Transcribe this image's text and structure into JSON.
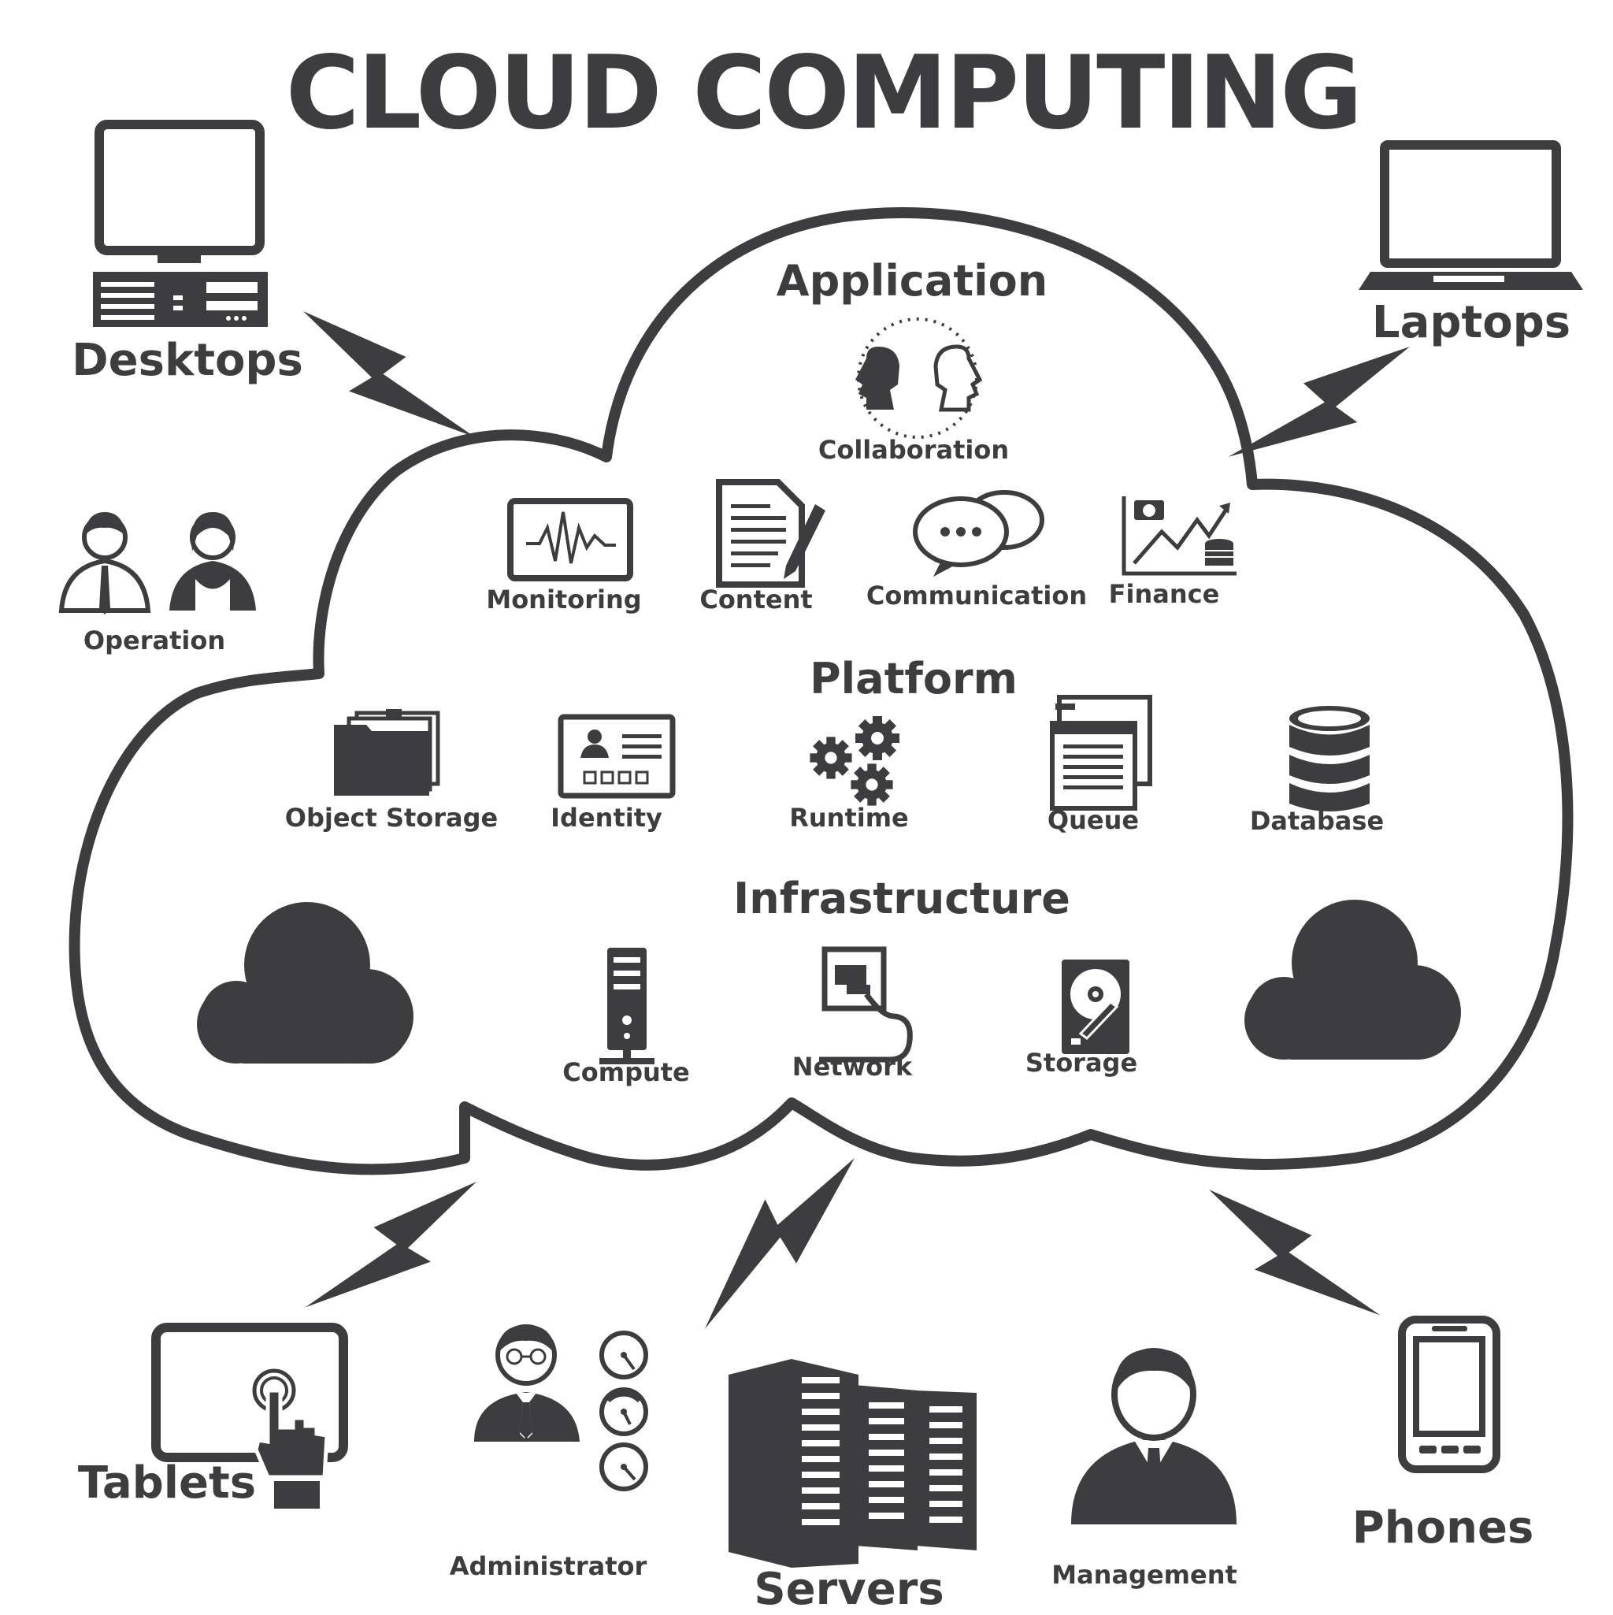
{
  "title": "CLOUD COMPUTING",
  "devices": {
    "desktops": "Desktops",
    "laptops": "Laptops",
    "tablets": "Tablets",
    "phones": "Phones",
    "servers": "Servers"
  },
  "people": {
    "operation": "Operation",
    "administrator": "Administrator",
    "management": "Management"
  },
  "sections": {
    "application": {
      "title": "Application",
      "items": [
        "Collaboration",
        "Monitoring",
        "Content",
        "Communication",
        "Finance"
      ]
    },
    "platform": {
      "title": "Platform",
      "items": [
        "Object Storage",
        "Identity",
        "Runtime",
        "Queue",
        "Database"
      ]
    },
    "infrastructure": {
      "title": "Infrastructure",
      "items": [
        "Compute",
        "Network",
        "Storage"
      ]
    }
  },
  "colors": {
    "ink": "#3d3d3f",
    "background": "#ffffff"
  }
}
